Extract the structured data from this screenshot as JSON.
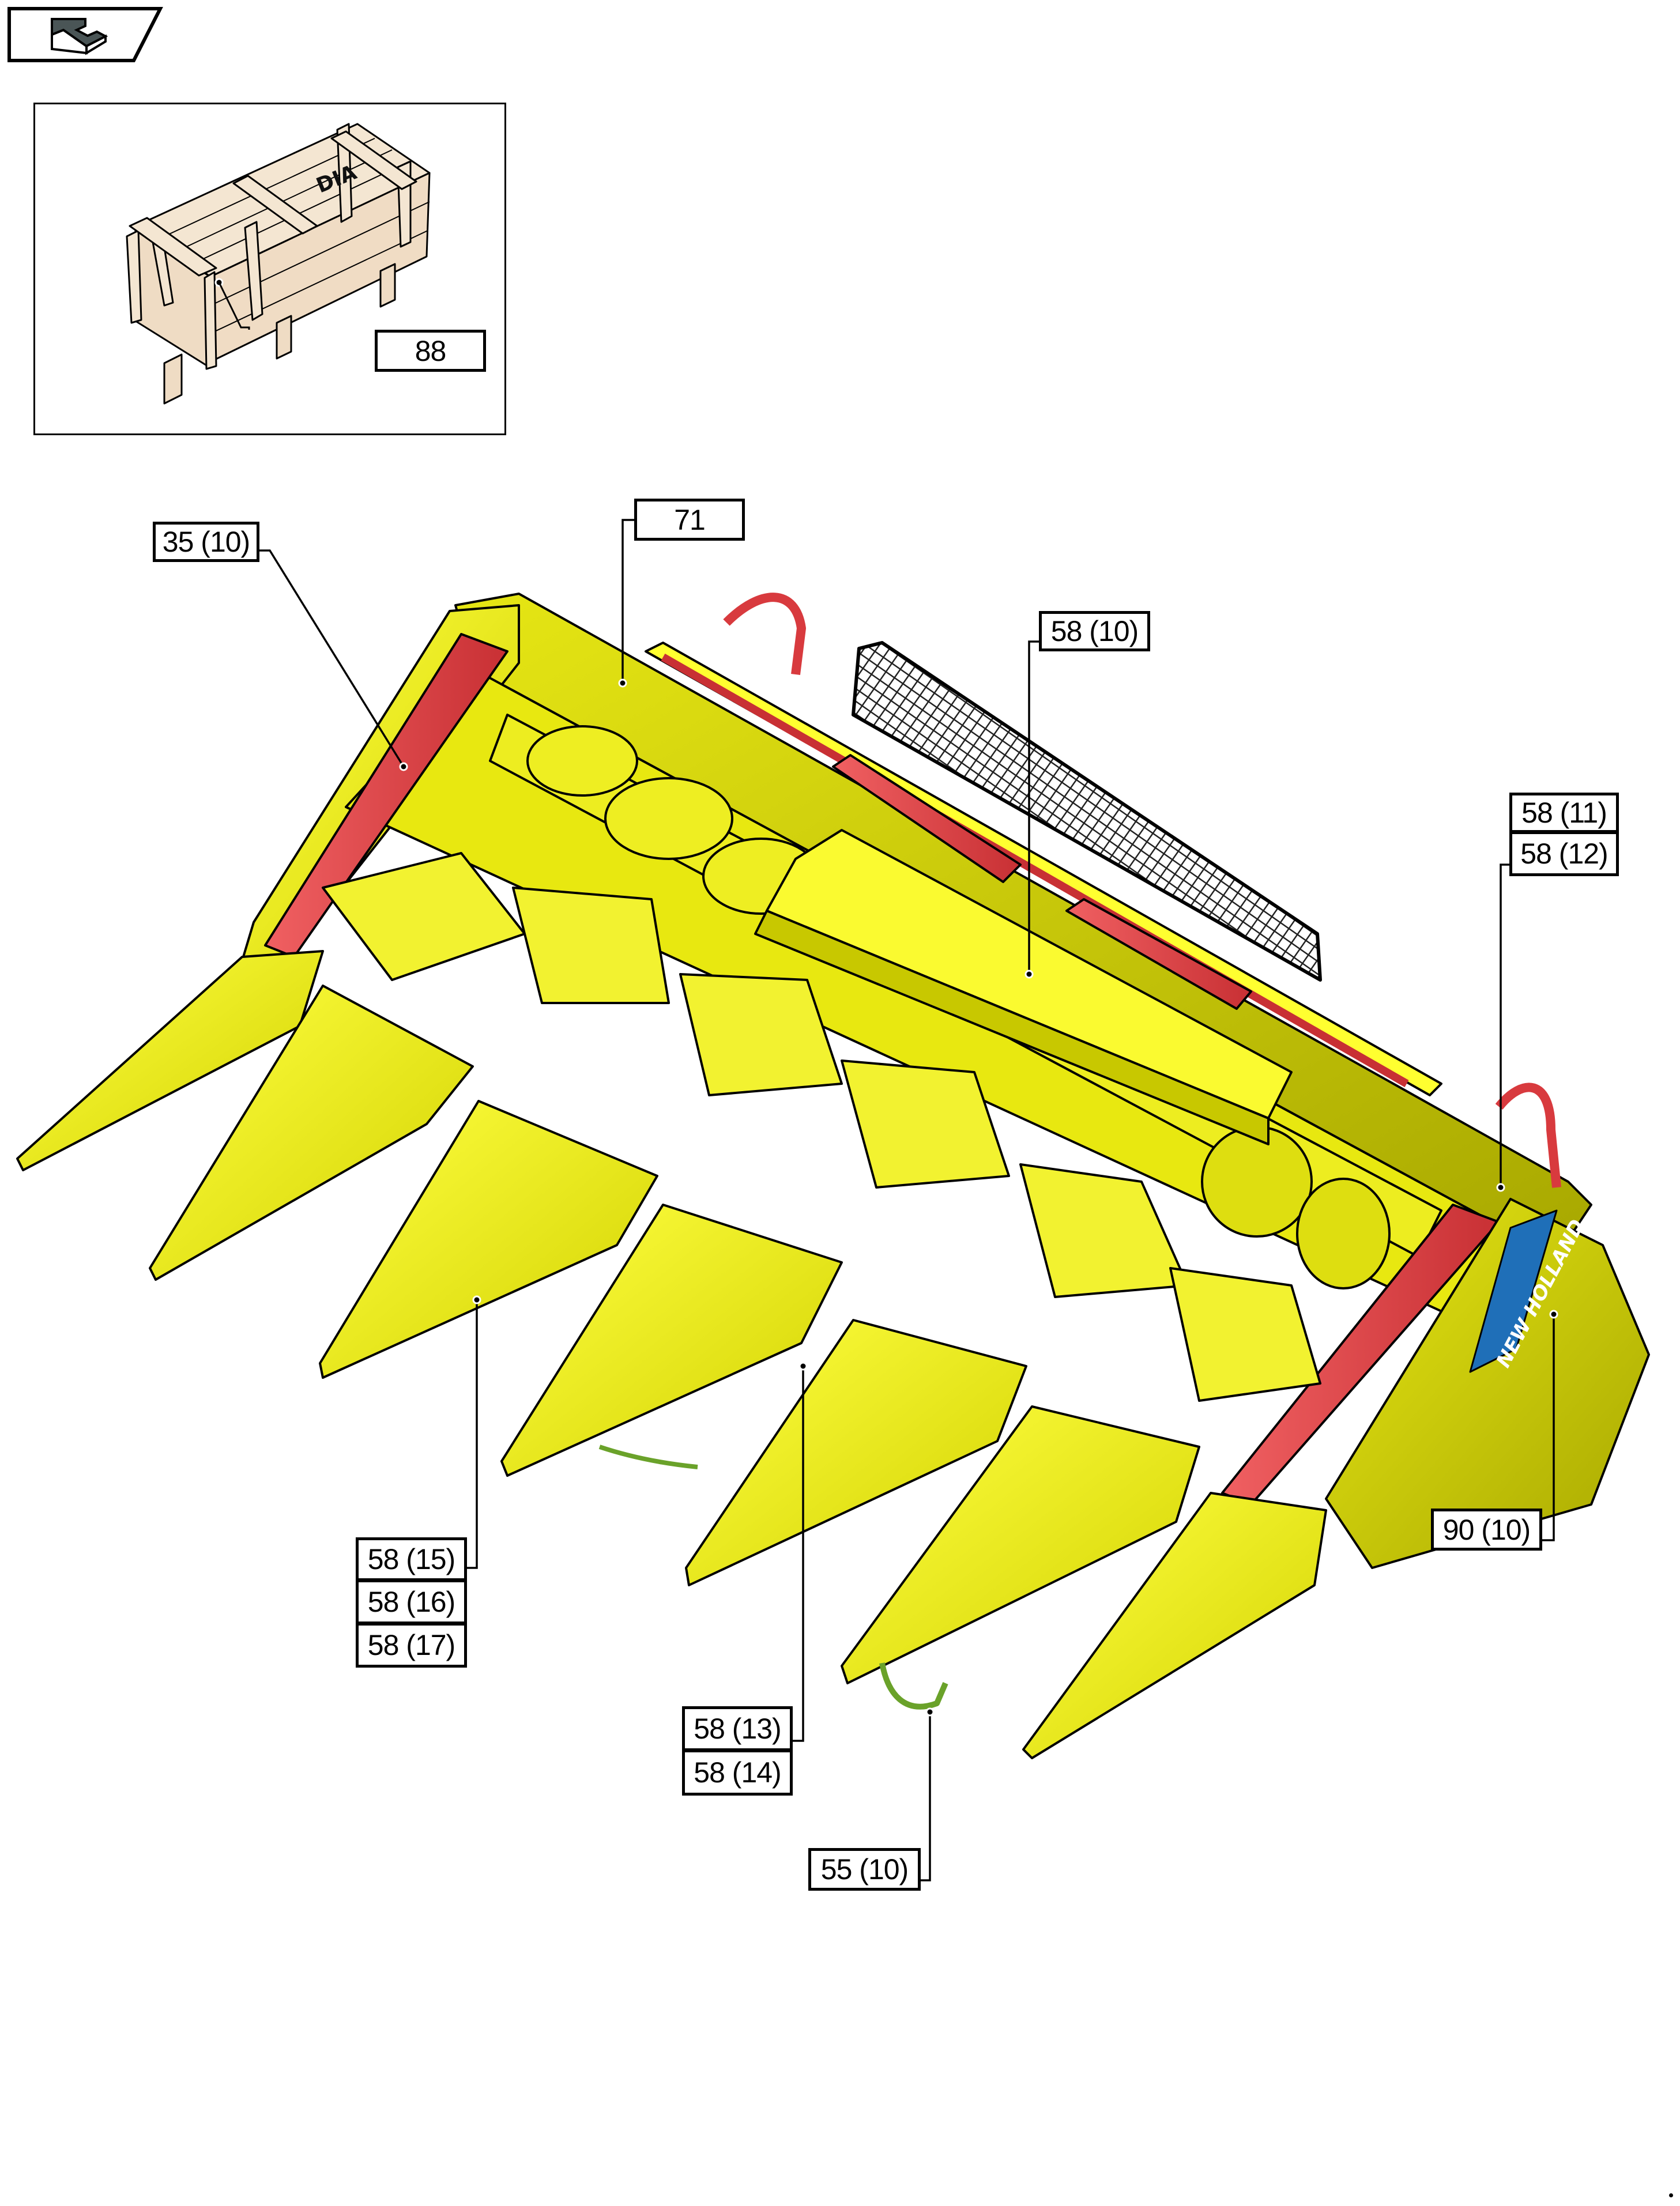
{
  "page": {
    "type": "parts-catalog-illustration",
    "subject": "Corn header assembly, exploded reference view",
    "brand_decal_text": "NEW HOLLAND",
    "crate_marking": "DIA"
  },
  "navigation": {
    "back_button_icon": "return-arrow-icon"
  },
  "inset": {
    "label": "88",
    "description": "Shipping crate"
  },
  "callouts": [
    {
      "id": "c-35-10",
      "label": "35 (10)"
    },
    {
      "id": "c-71",
      "label": "71"
    },
    {
      "id": "c-58-10",
      "label": "58 (10)"
    },
    {
      "id": "c-58-11",
      "label": "58 (11)"
    },
    {
      "id": "c-58-12",
      "label": "58 (12)"
    },
    {
      "id": "c-58-15",
      "label": "58 (15)"
    },
    {
      "id": "c-58-16",
      "label": "58 (16)"
    },
    {
      "id": "c-58-17",
      "label": "58 (17)"
    },
    {
      "id": "c-58-13",
      "label": "58 (13)"
    },
    {
      "id": "c-58-14",
      "label": "58 (14)"
    },
    {
      "id": "c-55-10",
      "label": "55 (10)"
    },
    {
      "id": "c-90-10",
      "label": "90 (10)"
    }
  ],
  "colors": {
    "header_yellow": "#f5f51e",
    "header_shadow": "#b4b400",
    "hydraulic_red": "#e8474a",
    "crate_wood": "#f3e3cc",
    "decal_blue": "#1f6fb8",
    "hose_green": "#6aa22a",
    "outline": "#000000"
  }
}
